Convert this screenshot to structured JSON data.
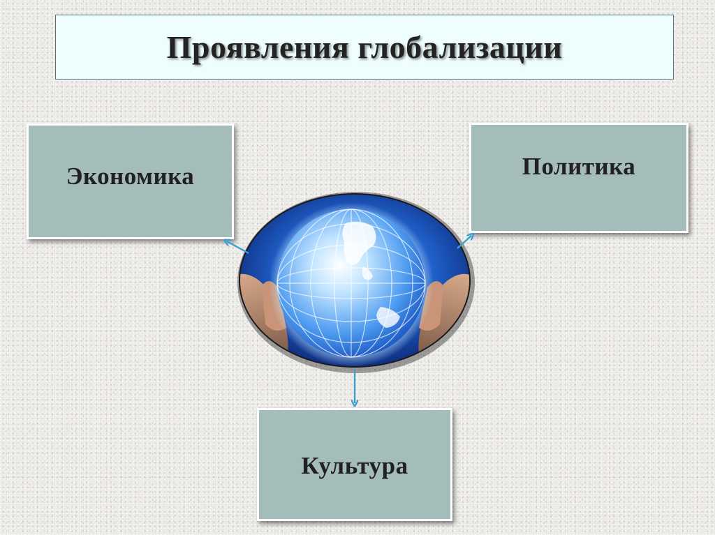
{
  "slide": {
    "title": "Проявления глобализации"
  },
  "topics": {
    "economy": "Экономика",
    "politics": "Политика",
    "culture": "Культура"
  },
  "illustration": {
    "icon": "globe-in-hands-icon"
  },
  "colors": {
    "title_background": "#eefdfd",
    "box_fill": "#a4bdbb",
    "arrow": "#3aa0d0",
    "globe_blue": "#2a7ad8"
  }
}
